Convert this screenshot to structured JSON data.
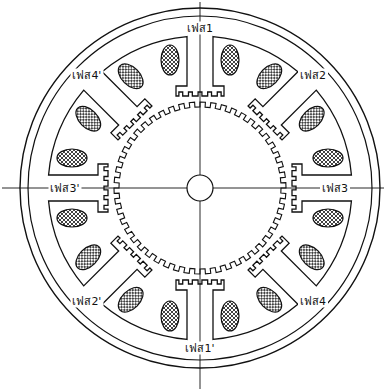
{
  "diagram": {
    "labels": [
      "เฟส1",
      "เฟส4'",
      "เฟส2",
      "เฟส3'",
      "เฟส3",
      "เฟส2'",
      "เฟส4",
      "เฟส1'"
    ]
  }
}
